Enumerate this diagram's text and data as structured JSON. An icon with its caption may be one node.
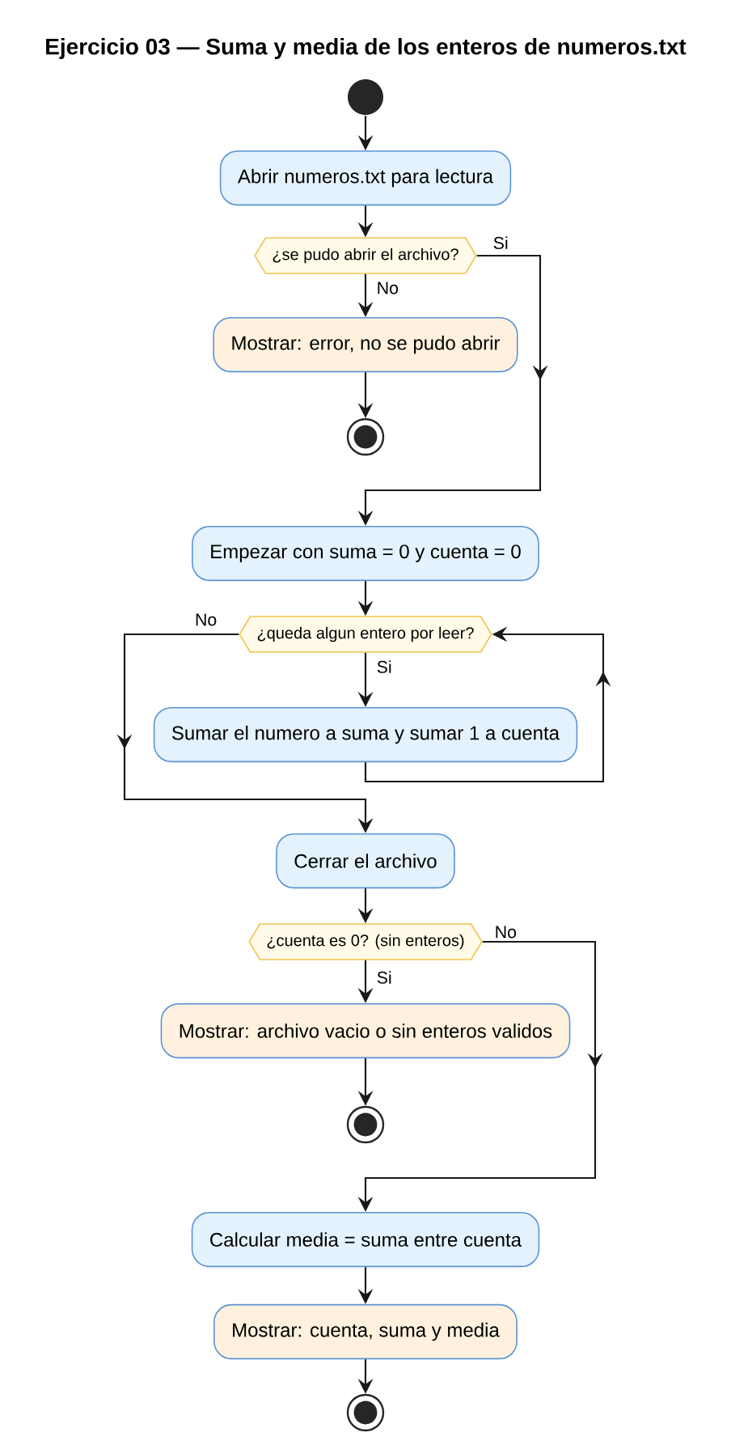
{
  "diagram": {
    "title": "Ejercicio 03 — Suma y media de los enteros de numeros.txt",
    "nodes": [
      {
        "text": [],
        "shape": "circle"
      },
      {
        "text": [
          "Abrir numeros.txt para lectura"
        ]
      },
      {
        "text": [
          "¿se pudo abrir el archivo?"
        ]
      },
      {
        "text": [
          "Mostrar: error, no se pudo abrir"
        ]
      },
      {
        "text": [],
        "shape": "circle"
      },
      {
        "text": [
          "Empezar con suma = 0 y cuenta = 0"
        ]
      },
      {
        "text": [
          "¿queda algun entero por leer?"
        ]
      },
      {
        "text": [
          "Sumar el numero a suma y sumar 1 a cuenta"
        ]
      },
      {
        "text": [
          "Cerrar el archivo"
        ]
      },
      {
        "text": [
          "¿cuenta es 0? (sin enteros)"
        ]
      },
      {
        "text": [
          "Mostrar: archivo vacio o sin enteros validos"
        ]
      },
      {
        "text": [],
        "shape": "circle"
      },
      {
        "text": [
          "Calcular media = suma entre cuenta"
        ]
      },
      {
        "text": [
          "Mostrar: cuenta, suma y media"
        ]
      },
      {
        "text": [],
        "shape": "circle"
      }
    ],
    "edges": [
      {
        "from": 0,
        "to": 1,
        "arrow": "to"
      },
      {
        "from": 1,
        "to": 2,
        "arrow": "to"
      },
      {
        "from": 2,
        "to": 3,
        "arrow": "to",
        "label": "No"
      },
      {
        "from": 3,
        "to": 4,
        "arrow": "to"
      },
      {
        "from": 2,
        "to": 5,
        "arrow": "to",
        "label": "Si"
      },
      {
        "from": 5,
        "to": 6,
        "arrow": "to"
      },
      {
        "from": 6,
        "to": 7,
        "arrow": "to",
        "label": "Si"
      },
      {
        "from": 7,
        "to": 6,
        "arrow": "to"
      },
      {
        "from": 6,
        "to": 8,
        "arrow": "to",
        "label": "No"
      },
      {
        "from": 8,
        "to": 9,
        "arrow": "to"
      },
      {
        "from": 9,
        "to": 10,
        "arrow": "to",
        "label": "Si"
      },
      {
        "from": 10,
        "to": 11,
        "arrow": "to"
      },
      {
        "from": 9,
        "to": 12,
        "arrow": "to",
        "label": "No"
      },
      {
        "from": 12,
        "to": 13,
        "arrow": "to"
      },
      {
        "from": 13,
        "to": 14,
        "arrow": "to"
      }
    ]
  }
}
